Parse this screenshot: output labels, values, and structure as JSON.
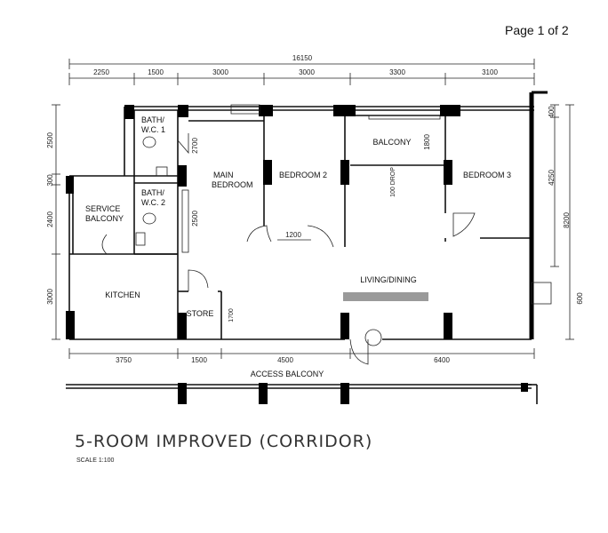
{
  "page_indicator": "Page 1 of 2",
  "plan": {
    "title": "5-ROOM IMPROVED (CORRIDOR)",
    "scale": "SCALE 1:100"
  },
  "dimensions": {
    "overall_width": "16150",
    "top": [
      "2250",
      "1500",
      "3000",
      "3000",
      "3300",
      "3100"
    ],
    "bottom": [
      "3750",
      "1500",
      "4500",
      "6400"
    ],
    "left": [
      "2500",
      "300",
      "2400",
      "3000"
    ],
    "right": [
      "400",
      "4250",
      "8200",
      "600"
    ],
    "inner": {
      "bath1_height": "2700",
      "bath2_height": "2500",
      "balcony_depth": "1800",
      "bedroom2_door": "1200",
      "store_height": "1700",
      "drop": "100 DROP"
    }
  },
  "rooms": {
    "bath_wc_1": "BATH/ W.C. 1",
    "bath_wc_2": "BATH/ W.C. 2",
    "service_balcony": "SERVICE BALCONY",
    "main_bedroom": "MAIN BEDROOM",
    "bedroom_2": "BEDROOM 2",
    "balcony": "BALCONY",
    "bedroom_3": "BEDROOM 3",
    "living_dining": "LIVING/DINING",
    "kitchen": "KITCHEN",
    "store": "STORE",
    "access_balcony": "ACCESS BALCONY"
  }
}
